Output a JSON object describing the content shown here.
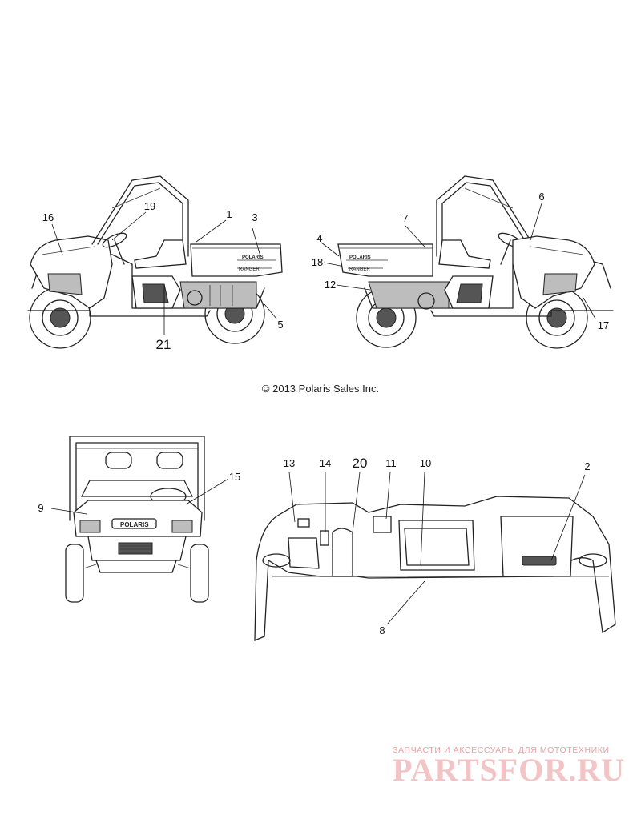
{
  "copyright": "© 2013 Polaris Sales Inc.",
  "watermark": {
    "tagline": "ЗАПЧАСТИ И АКСЕССУАРЫ ДЛЯ МОТОТЕХНИКИ",
    "logo": "PARTSFOR.RU",
    "color": "#e24a52"
  },
  "decal_texts": {
    "brand": "POLARIS",
    "model": "RANGER"
  },
  "callouts": {
    "c1": "1",
    "c2": "2",
    "c3": "3",
    "c4": "4",
    "c5": "5",
    "c6": "6",
    "c7": "7",
    "c8": "8",
    "c9": "9",
    "c10": "10",
    "c11": "11",
    "c12": "12",
    "c13": "13",
    "c14": "14",
    "c15": "15",
    "c16": "16",
    "c17": "17",
    "c18": "18",
    "c19": "19",
    "c20": "20",
    "c21": "21"
  }
}
